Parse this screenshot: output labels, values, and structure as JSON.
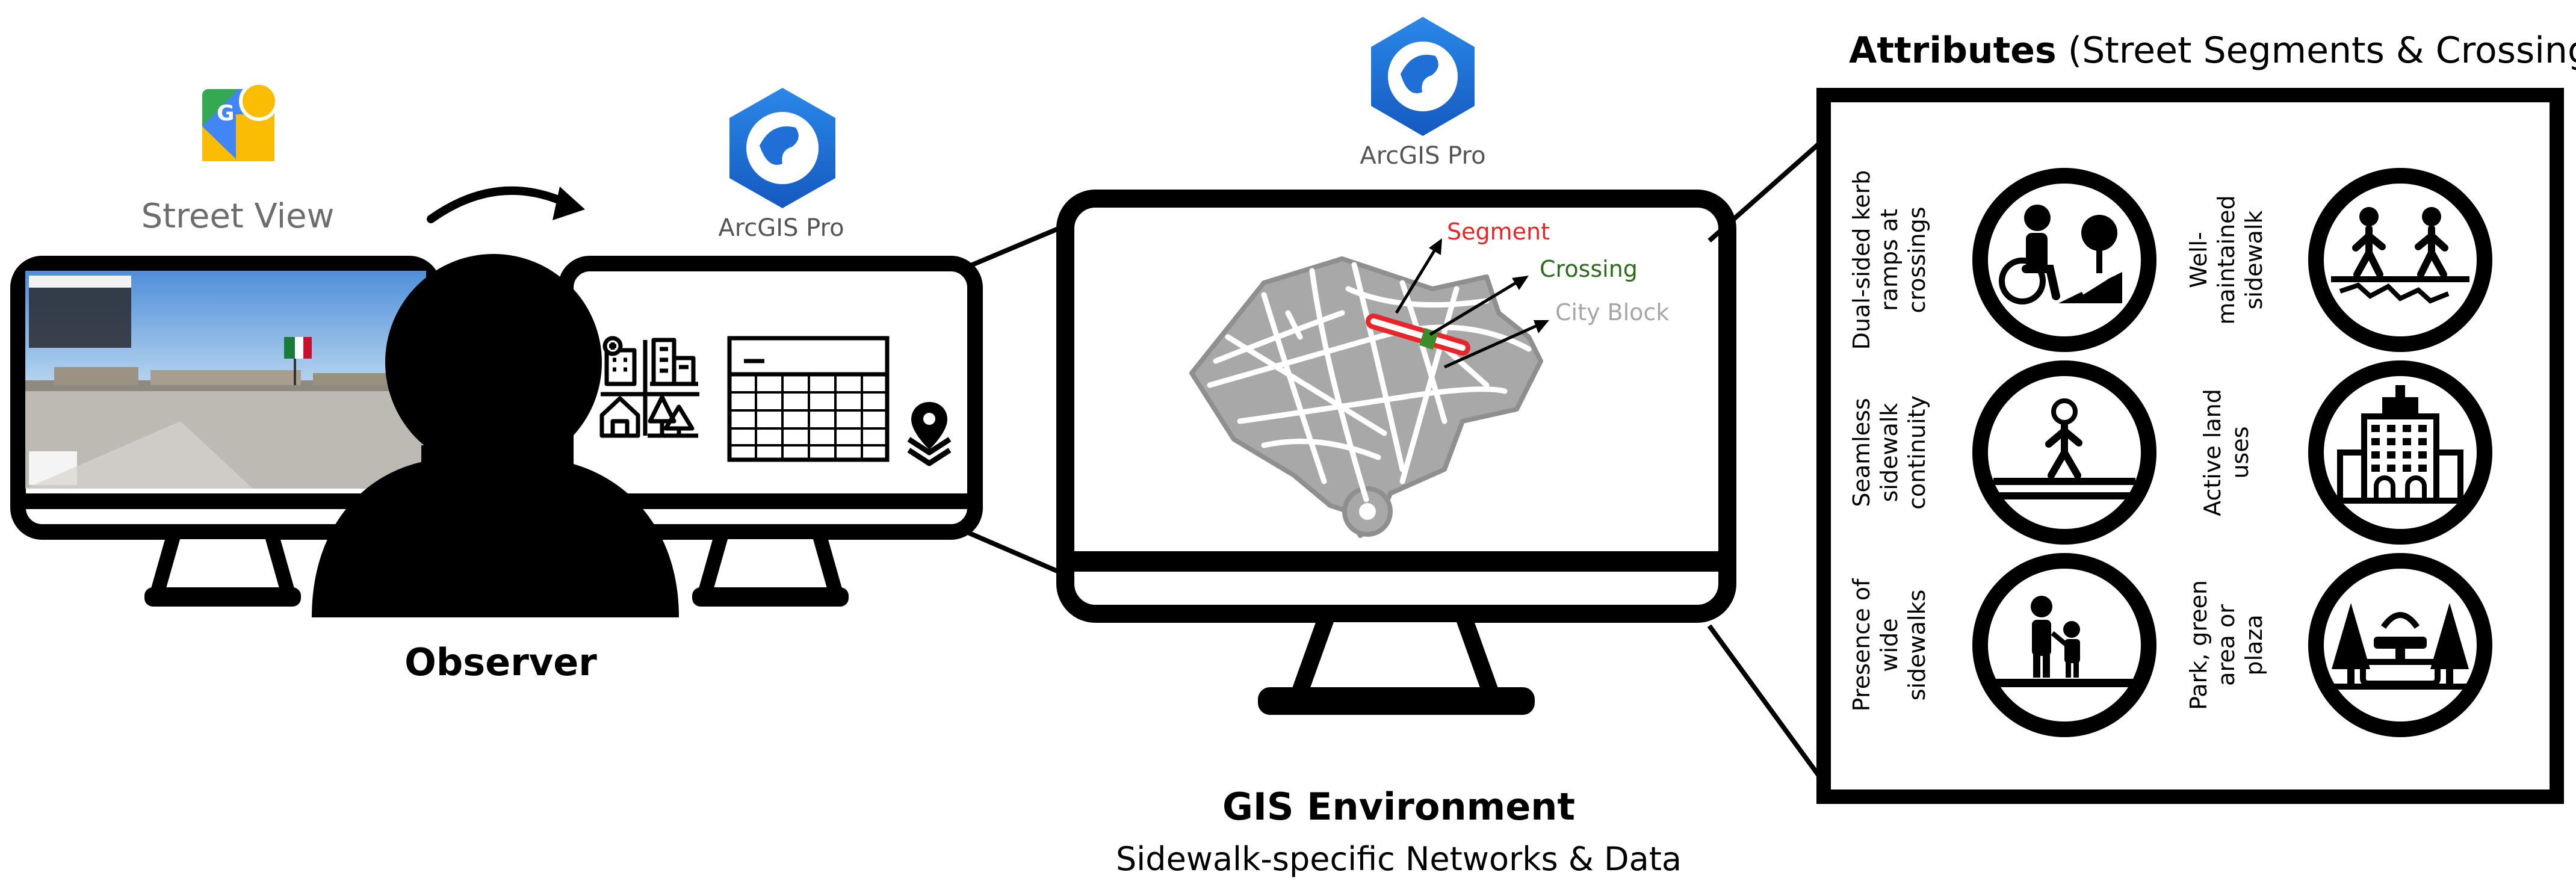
{
  "apps": {
    "street_view": "Street View",
    "arcgis_left": "ArcGIS Pro",
    "arcgis_center": "ArcGIS Pro"
  },
  "observer": {
    "label": "Observer"
  },
  "map_labels": {
    "segment": "Segment",
    "crossing": "Crossing",
    "city_block": "City Block"
  },
  "gis": {
    "title": "GIS Environment",
    "subtitle": "Sidewalk-specific Networks & Data"
  },
  "attributes": {
    "title_bold": "Attributes",
    "title_rest": " (Street Segments & Crossings)",
    "items": [
      {
        "icon": "wheelchair-ramp-icon",
        "lines": [
          "Dual-sided kerb",
          "ramps at",
          "crossings"
        ]
      },
      {
        "icon": "walkers-sidewalk-icon",
        "lines": [
          "Well-",
          "maintained",
          "sidewalk"
        ]
      },
      {
        "icon": "walker-continuity-icon",
        "lines": [
          "Seamless",
          "sidewalk",
          "continuity"
        ]
      },
      {
        "icon": "buildings-icon",
        "lines": [
          "Active land",
          "uses"
        ]
      },
      {
        "icon": "wide-sidewalk-icon",
        "lines": [
          "Presence of",
          "wide",
          "sidewalks"
        ]
      },
      {
        "icon": "park-fountain-icon",
        "lines": [
          "Park, green",
          "area or",
          "plaza"
        ]
      }
    ]
  },
  "colors": {
    "segment": "#e8262a",
    "crossing": "#2e6b1f",
    "city_block": "#a6a6a6",
    "arcgis_blue": "#1f6fd6",
    "outline": "#000000"
  }
}
